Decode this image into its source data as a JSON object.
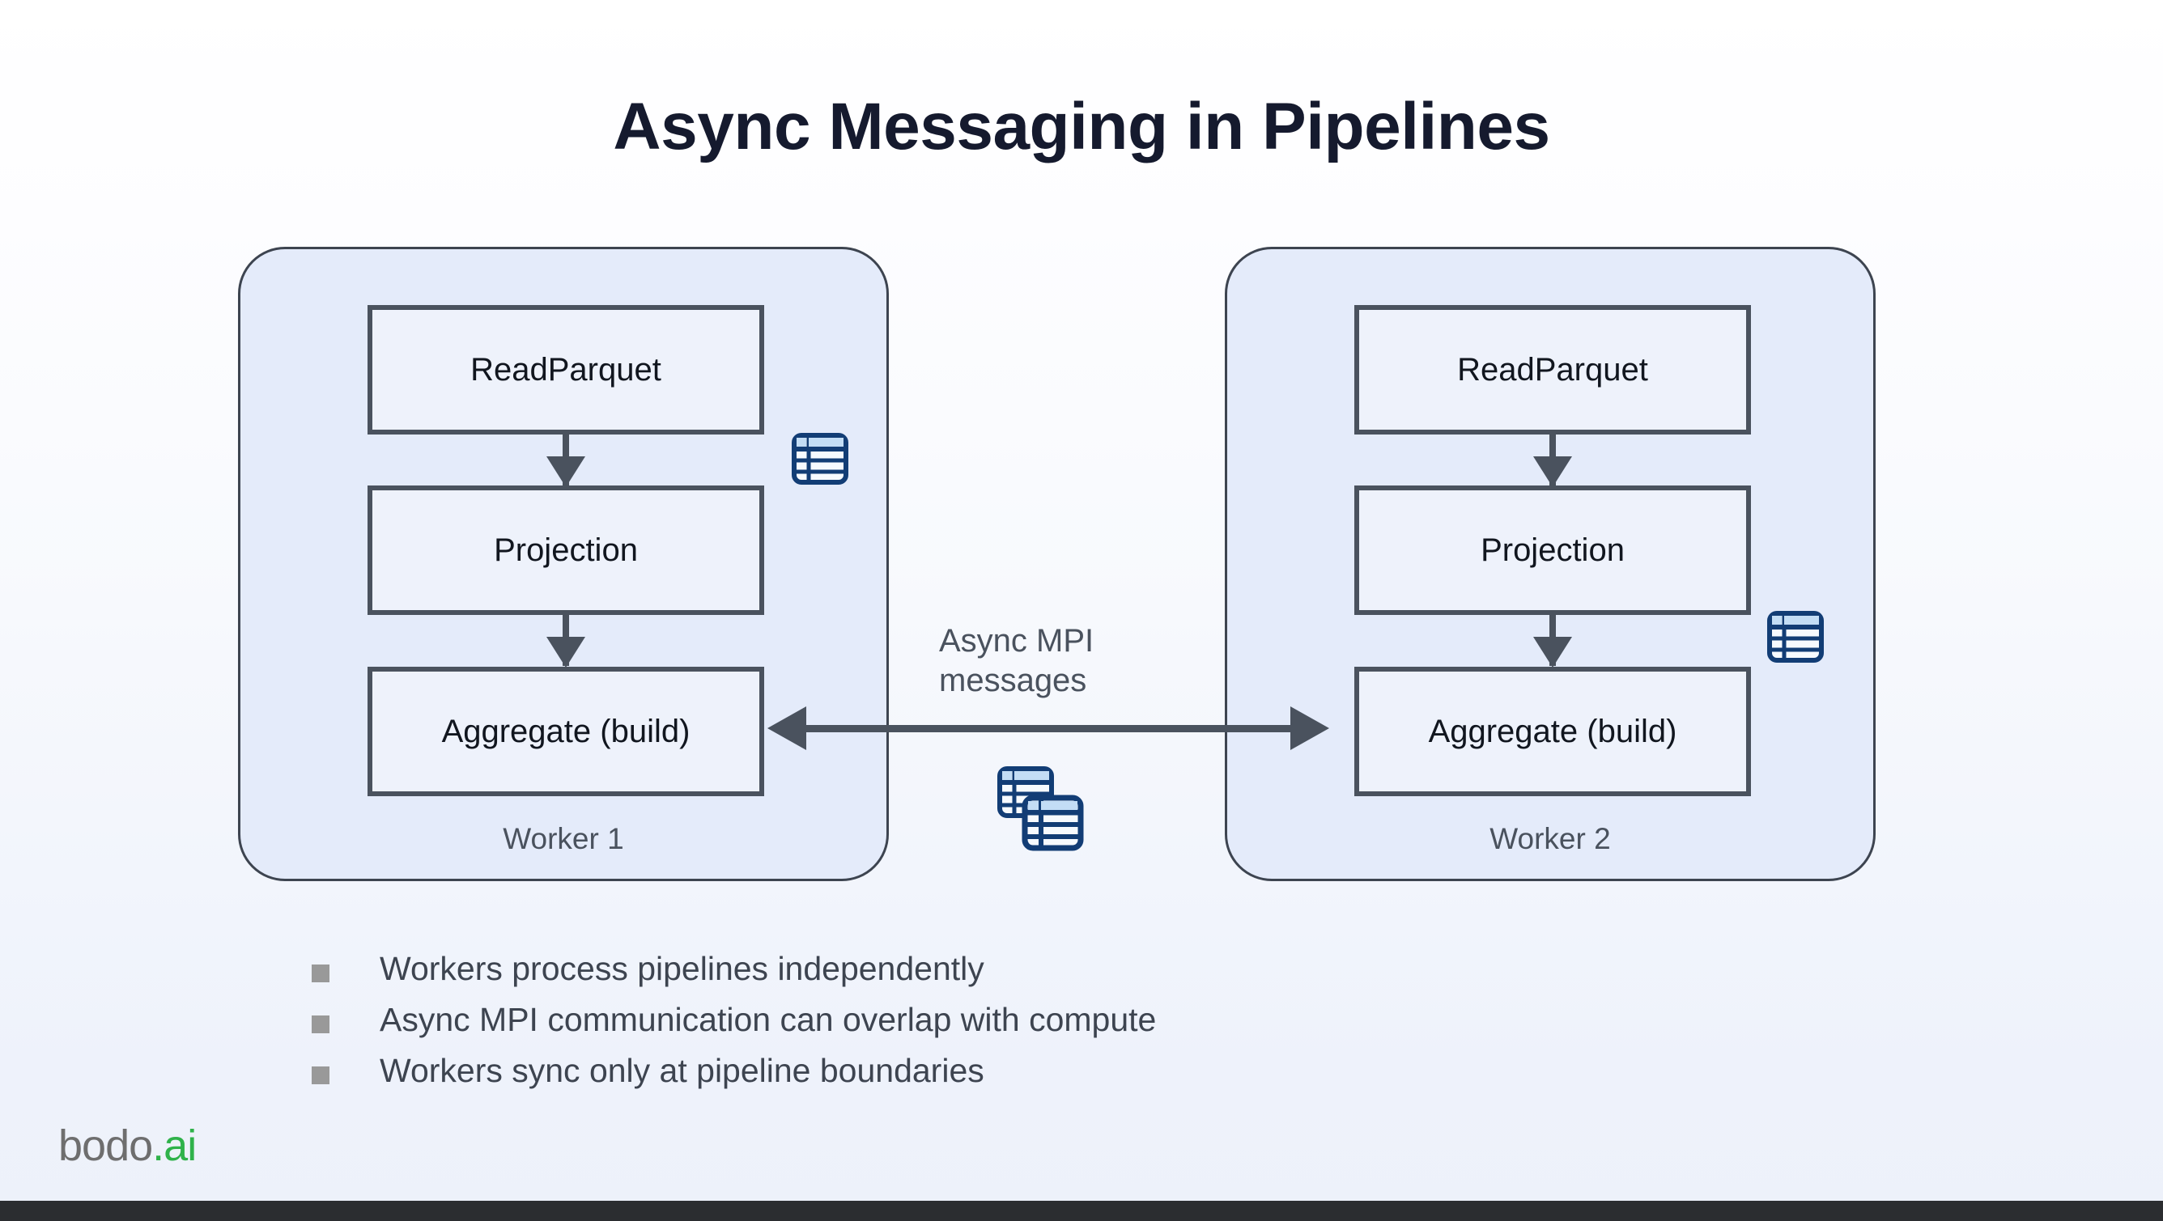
{
  "slide": {
    "title": "Async Messaging in Pipelines"
  },
  "diagram": {
    "workers": [
      {
        "id": "worker-1",
        "label": "Worker 1",
        "operators": [
          "ReadParquet",
          "Projection",
          "Aggregate (build)"
        ],
        "table_icon": "table-icon"
      },
      {
        "id": "worker-2",
        "label": "Worker 2",
        "operators": [
          "ReadParquet",
          "Projection",
          "Aggregate (build)"
        ],
        "table_icon": "table-icon"
      }
    ],
    "connector": {
      "label": "Async MPI\nmessages",
      "arrow": "double-headed-arrow",
      "stack_icon": "stacked-tables-icon"
    }
  },
  "bullets": [
    "Workers process pipelines independently",
    "Async MPI communication can overlap with compute",
    "Workers sync only at pipeline boundaries"
  ],
  "logo": {
    "name": "bodo",
    "dot": ".",
    "suffix": "ai"
  },
  "colors": {
    "title": "#151a2e",
    "worker_fill": "#e4ebfa",
    "worker_border": "#3d4450",
    "op_fill": "#eef2fb",
    "op_border": "#4a525e",
    "arrow": "#4a525e",
    "icon_border": "#123d75",
    "icon_header": "#c3ddf5",
    "bullet_marker": "#999999",
    "logo_green": "#2fb24a",
    "bottom_bar": "#2b2d30"
  }
}
